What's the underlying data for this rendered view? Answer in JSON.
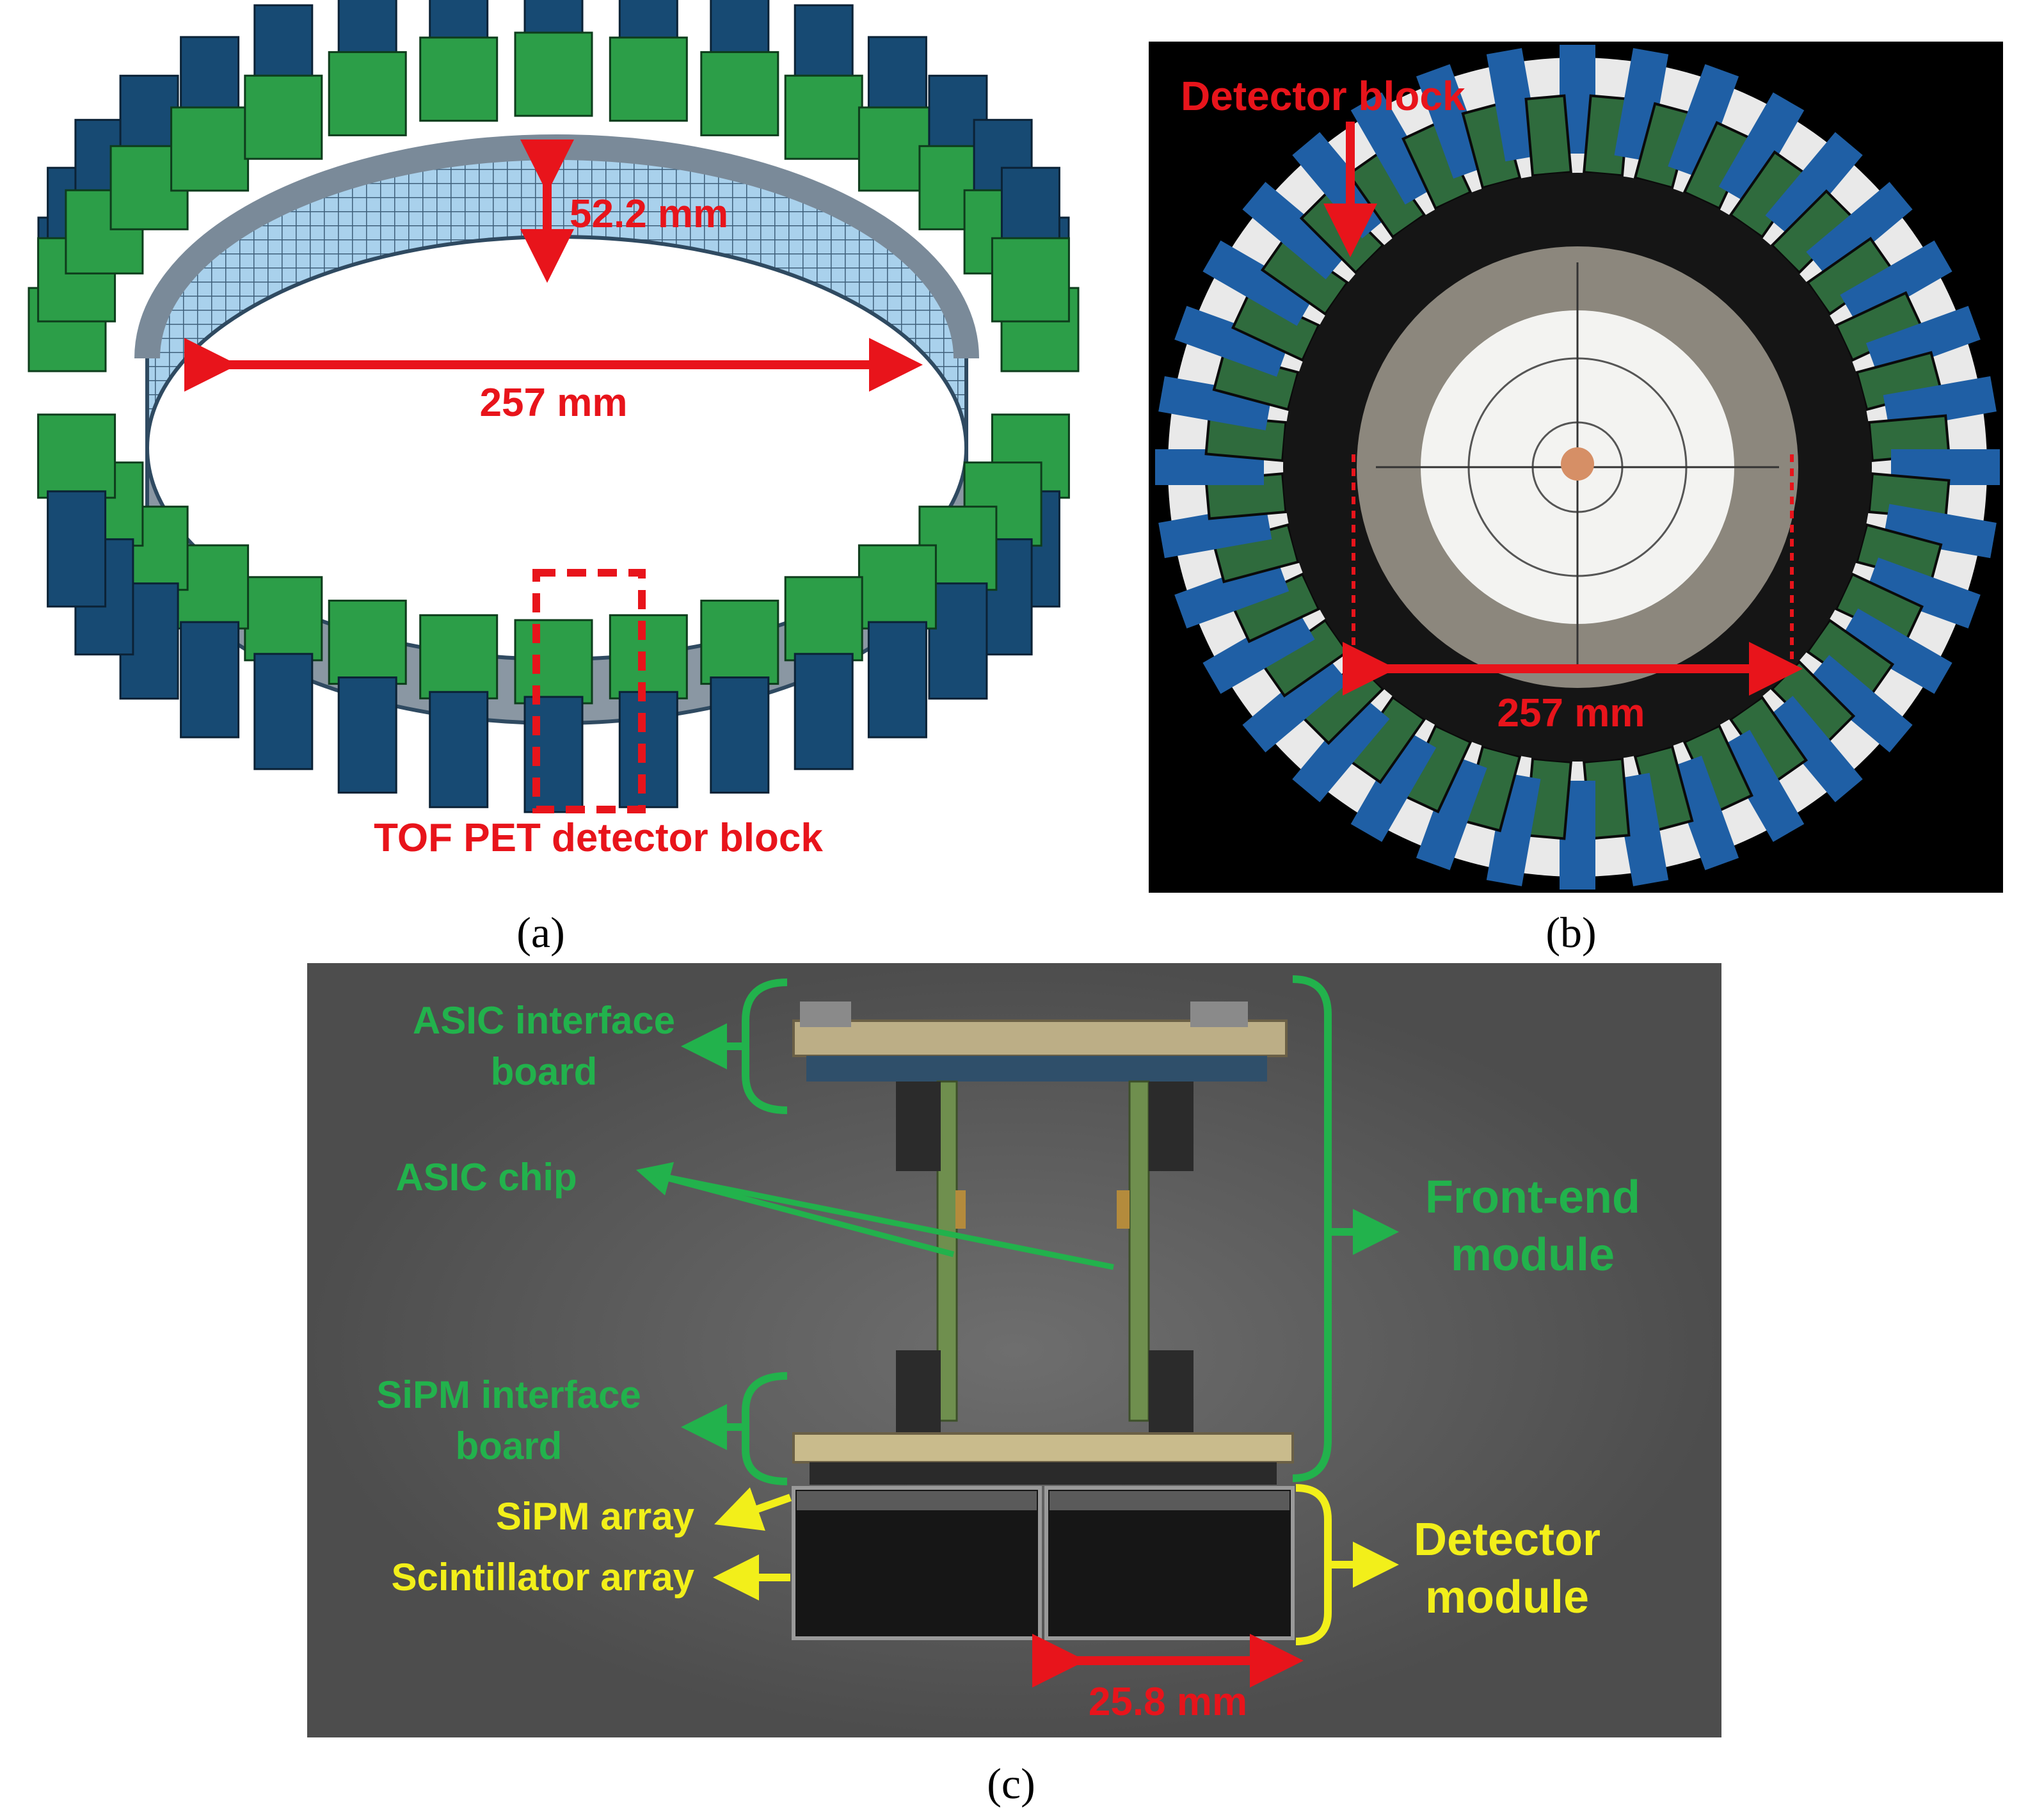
{
  "panel_a": {
    "label_height": "52.2 mm",
    "label_diameter": "257 mm",
    "label_block": "TOF PET detector block",
    "caption": "(a)"
  },
  "panel_b": {
    "label_block": "Detector block",
    "label_diameter": "257 mm",
    "caption": "(b)"
  },
  "panel_c": {
    "asic_board_line1": "ASIC interface",
    "asic_board_line2": "board",
    "asic_chip": "ASIC chip",
    "sipm_board_line1": "SiPM interface",
    "sipm_board_line2": "board",
    "sipm_array": "SiPM array",
    "scint_array": "Scintillator array",
    "frontend_line1": "Front-end",
    "frontend_line2": "module",
    "detector_line1": "Detector",
    "detector_line2": "module",
    "width_label": "25.8 mm",
    "caption": "(c)"
  },
  "colors": {
    "annotation_red": "#e8141b",
    "annotation_green": "#22b24c",
    "annotation_yellow": "#f2ef1a",
    "module_green": "#2c9e48",
    "module_blue": "#174a73",
    "crystal_blue": "#9ecbe8"
  }
}
